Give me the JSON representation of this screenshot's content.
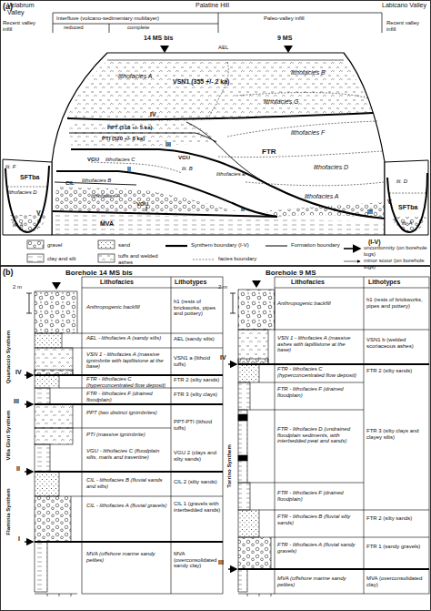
{
  "diagram": {
    "labels": [
      "(a)",
      "Velabrum Valley",
      "Palatine Hill",
      "Labicano Valley",
      "Recent valley infill",
      "Interfluve (volcano-sedimentary multilayer)",
      "reduced",
      "complete",
      "Paleo-valley infill",
      "Recent valley infill",
      "14 MS bis",
      "9 MS",
      "AEL",
      "lithofacies A",
      "VSN1 (355 +/- 2 ka)",
      "lithofacies B",
      "IV",
      "lithofacies G",
      "PPT (518 +/- 5 ka)",
      "III",
      "PTI (520 +/- 8 ka)",
      "lithofacies F",
      "VGU",
      "lithofacies C",
      "II",
      "VGU",
      "lit. B",
      "lithofacies E",
      "FTR",
      "lithofacies D",
      "CIL",
      "lithofacies B",
      "lithofacies A",
      "VGU",
      "lithofacies A",
      "I",
      "II",
      "MVA",
      "lit. F",
      "SFTba",
      "lithofacies D",
      "V",
      "lit. A",
      "lit. D",
      "V",
      "III",
      "SFTba",
      "lit. A",
      "(I-V)",
      "(b)",
      "Borehole 14 MS bis",
      "2 m",
      "Lithofacies",
      "Lithotypes",
      "Anthropogenic backfill",
      "h1 (rests of brickworks, pipes and pottery)",
      "AEL - lithofacies A (sandy silts)",
      "AEL (sandy silts)",
      "VSN 1 - lithofacies A (massive ignimbrite with lapillistone at the base)",
      "VSN1 a (lithoid tuffs)",
      "FTR - lithofacies C (hyperconcentrated flow deposit)",
      "FTR 2 (silty sands)",
      "FTR - lithofacies F (drained floodplain)",
      "FTR 3 (silty clays)",
      "PPT (two distinct ignimbrites)",
      "PPT-PTI (lithoid tuffs)",
      "PTI (massive ignimbrite)",
      "VGU - lithofacies C (floodplain silts, marls and travertine)",
      "VGU 2 (clays and silty sands)",
      "CIL - lithofacies B (fluvial sands and silts)",
      "CIL 2 (silty sands)",
      "CIL - lithofacies A (fluvial gravels)",
      "CIL 1 (gravels with interbedded sands)",
      "MVA (offshore marine sandy pelites)",
      "MVA (overconsolidated sandy clay)",
      "IV",
      "III",
      "II",
      "I",
      "Quartaccio Synthem",
      "Villa Glori Synthem",
      "Flaminia Synthem",
      "Borehole 9 MS",
      "2 m",
      "Lithofacies",
      "Lithotypes",
      "Anthropogenic backfill",
      "h1 (rests of brickworks, pipes and pottery)",
      "VSN 1 - lithofacies A (massive ashes with lapillistone at the base)",
      "VSN1 b (welded scoriaceous ashes)",
      "FTR - lithofacies C (hyperconcentrated flow deposit)",
      "FTR 2 (silty sands)",
      "FTR - lithofacies F (drained floodplain)",
      "FTR - lithofacies D (undrained floodplain sediments, with interbedded peat and sands)",
      "FTR 3 (silty clays and clayey silts)",
      "FTR - lithofacies F (drained floodplain)",
      "FTR - lithofacies B (fluvial silty sands)",
      "FTR 2 (silty sands)",
      "FTR - lithofacies A (fluvial sandy gravels)",
      "FTR 1 (sandy gravels)",
      "MVA (offshore marine sandy pelites)",
      "MVA (overconsolidated clay)",
      "IV",
      "III",
      "Torrino Synthem"
    ],
    "legend": [
      {
        "text": "gravel"
      },
      {
        "text": "sand"
      },
      {
        "text": "clay and silt"
      },
      {
        "text": "tuffs and welded ashes"
      },
      {
        "text": "Synthem boundary (I-V)"
      },
      {
        "text": "Formation boundary"
      },
      {
        "text": "facies boundary"
      },
      {
        "text": "unconformity (on borehole logs)"
      },
      {
        "text": "minor scour (on borehole logs)"
      }
    ]
  }
}
